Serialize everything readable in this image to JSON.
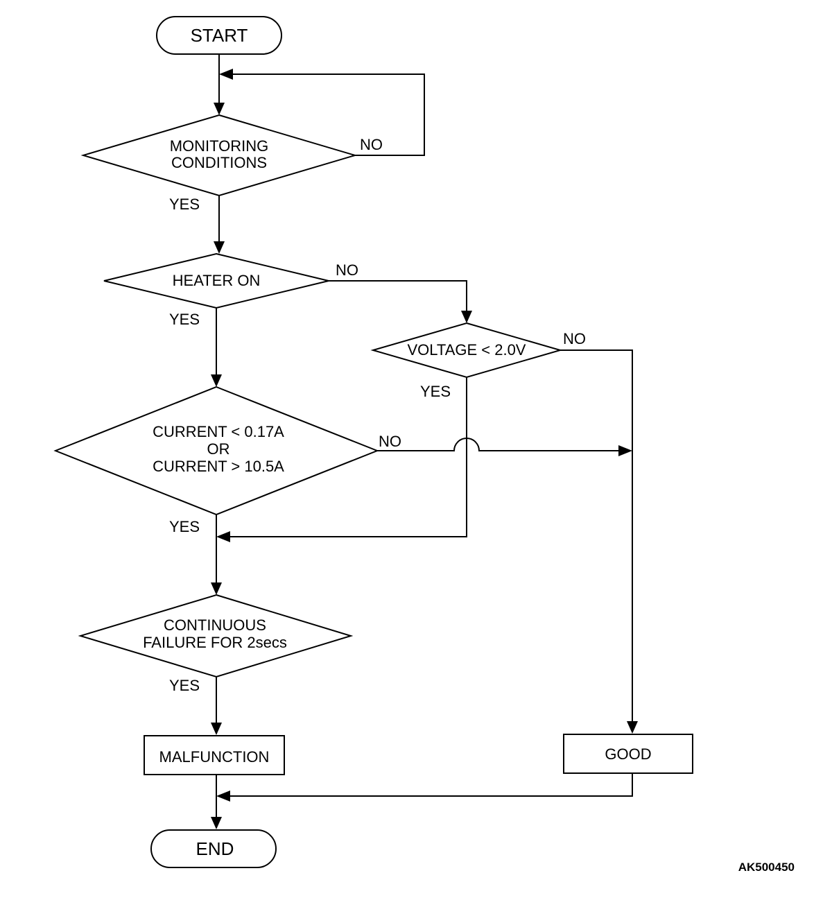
{
  "flowchart": {
    "start": "START",
    "end": "END",
    "monitoring": {
      "line1": "MONITORING",
      "line2": "CONDITIONS"
    },
    "heater": "HEATER ON",
    "voltage": "VOLTAGE < 2.0V",
    "current": {
      "line1": "CURRENT < 0.17A",
      "line2": "OR",
      "line3": "CURRENT > 10.5A"
    },
    "continuous": {
      "line1": "CONTINUOUS",
      "line2": "FAILURE FOR 2secs"
    },
    "malfunction": "MALFUNCTION",
    "good": "GOOD",
    "yes": "YES",
    "no": "NO"
  },
  "figure_code": "AK500450"
}
